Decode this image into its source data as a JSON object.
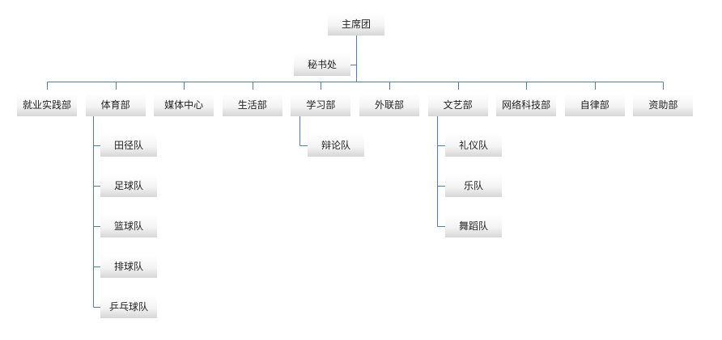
{
  "line_color": "#4a7eb5",
  "box_gradient": [
    "#ffffff",
    "#f4f4f4",
    "#d6d6d6"
  ],
  "root": {
    "label": "主席团"
  },
  "assistant": {
    "label": "秘书处"
  },
  "departments": [
    {
      "label": "就业实践部",
      "children": []
    },
    {
      "label": "体育部",
      "children": [
        "田径队",
        "足球队",
        "篮球队",
        "排球队",
        "乒乓球队"
      ]
    },
    {
      "label": "媒体中心",
      "children": []
    },
    {
      "label": "生活部",
      "children": []
    },
    {
      "label": "学习部",
      "children": [
        "辩论队"
      ]
    },
    {
      "label": "外联部",
      "children": []
    },
    {
      "label": "文艺部",
      "children": [
        "礼仪队",
        "乐队",
        "舞蹈队"
      ]
    },
    {
      "label": "网络科技部",
      "children": []
    },
    {
      "label": "自律部",
      "children": []
    },
    {
      "label": "资助部",
      "children": []
    }
  ]
}
